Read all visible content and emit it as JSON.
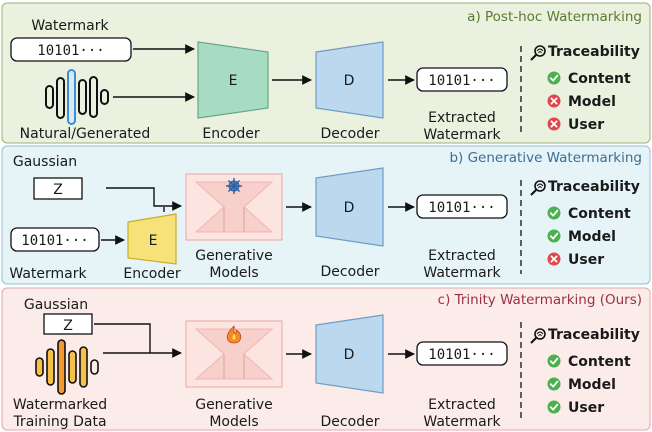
{
  "colors": {
    "panel_a_bg": "#eaf1df",
    "panel_b_bg": "#e6f4f7",
    "panel_c_bg": "#fbecea",
    "title_a": "#5b7a2f",
    "title_b": "#3a6f96",
    "title_c": "#9c2f4a",
    "encoder_green": "#a8dcc2",
    "decoder_blue": "#bcd8ef",
    "encoder_yellow": "#f7e279",
    "generative_pink": "#f7cfcb",
    "check_green": "#4caf50",
    "cross_red": "#e0474c"
  },
  "panel_a": {
    "title": "a) Post-hoc Watermarking",
    "watermark_label": "Watermark",
    "bits": "10101···",
    "input_label": "Natural/Generated",
    "encoder_letter": "E",
    "encoder_label": "Encoder",
    "decoder_letter": "D",
    "decoder_label": "Decoder",
    "extracted_bits": "10101···",
    "extracted_line1": "Extracted",
    "extracted_line2": "Watermark",
    "traceability": "Traceability",
    "items": [
      {
        "label": "Content",
        "status": "check"
      },
      {
        "label": "Model",
        "status": "cross"
      },
      {
        "label": "User",
        "status": "cross"
      }
    ]
  },
  "panel_b": {
    "title": "b) Generative Watermarking",
    "gaussian_label": "Gaussian",
    "z_label": "Z",
    "bits": "10101···",
    "watermark_label": "Watermark",
    "encoder_letter": "E",
    "encoder_label": "Encoder",
    "generative_line1": "Generative",
    "generative_line2": "Models",
    "decoder_letter": "D",
    "decoder_label": "Decoder",
    "extracted_bits": "10101···",
    "extracted_line1": "Extracted",
    "extracted_line2": "Watermark",
    "traceability": "Traceability",
    "items": [
      {
        "label": "Content",
        "status": "check"
      },
      {
        "label": "Model",
        "status": "check"
      },
      {
        "label": "User",
        "status": "cross"
      }
    ]
  },
  "panel_c": {
    "title": "c) Trinity Watermarking (Ours)",
    "gaussian_label": "Gaussian",
    "z_label": "Z",
    "training_line1": "Watermarked",
    "training_line2": "Training Data",
    "generative_line1": "Generative",
    "generative_line2": "Models",
    "decoder_letter": "D",
    "decoder_label": "Decoder",
    "extracted_bits": "10101···",
    "extracted_line1": "Extracted",
    "extracted_line2": "Watermark",
    "traceability": "Traceability",
    "items": [
      {
        "label": "Content",
        "status": "check"
      },
      {
        "label": "Model",
        "status": "check"
      },
      {
        "label": "User",
        "status": "check"
      }
    ]
  }
}
